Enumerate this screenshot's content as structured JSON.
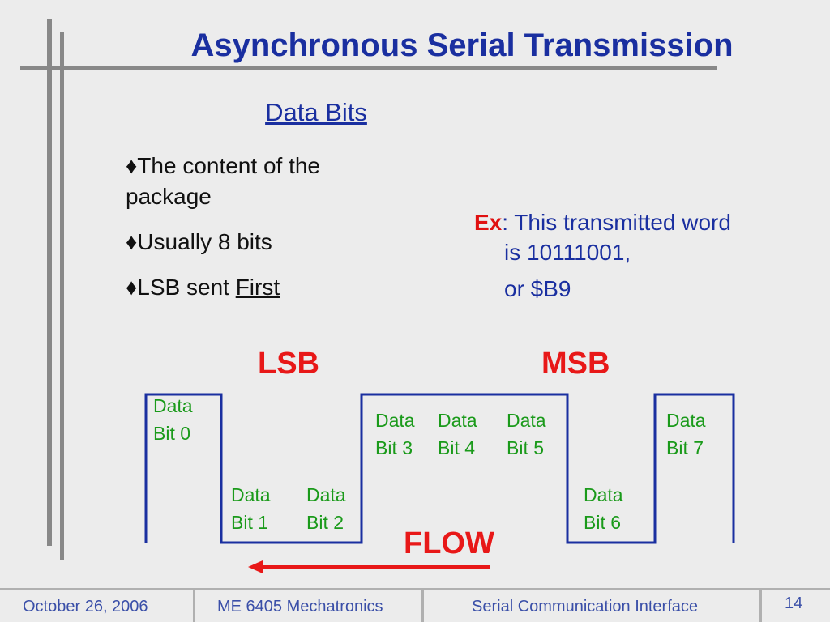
{
  "slide": {
    "title": "Asynchronous Serial Transmission",
    "subheading": "Data Bits",
    "bullets": {
      "b1": "♦The content of the package",
      "b2": "♦Usually 8 bits",
      "b3_prefix": "♦LSB sent ",
      "b3_underlined": "First"
    },
    "example": {
      "ex_label": "Ex",
      "line1_rest": ": This transmitted word",
      "line2": "is 10111001,",
      "line3": "or $B9"
    },
    "diagram": {
      "lsb": "LSB",
      "msb": "MSB",
      "flow": "FLOW",
      "bits": [
        "Data\nBit 0",
        "Data\nBit 1",
        "Data\nBit 2",
        "Data\nBit 3",
        "Data\nBit 4",
        "Data\nBit 5",
        "Data\nBit 6",
        "Data\nBit 7"
      ],
      "bit_values": [
        1,
        0,
        0,
        1,
        1,
        1,
        0,
        1
      ],
      "colors": {
        "wave": "#1a2fa0",
        "labels": "#1a9a1a",
        "arrow": "#e81818"
      }
    }
  },
  "footer": {
    "date": "October 26, 2006",
    "course": "ME 6405 Mechatronics",
    "topic": "Serial Communication Interface",
    "page": "14"
  }
}
